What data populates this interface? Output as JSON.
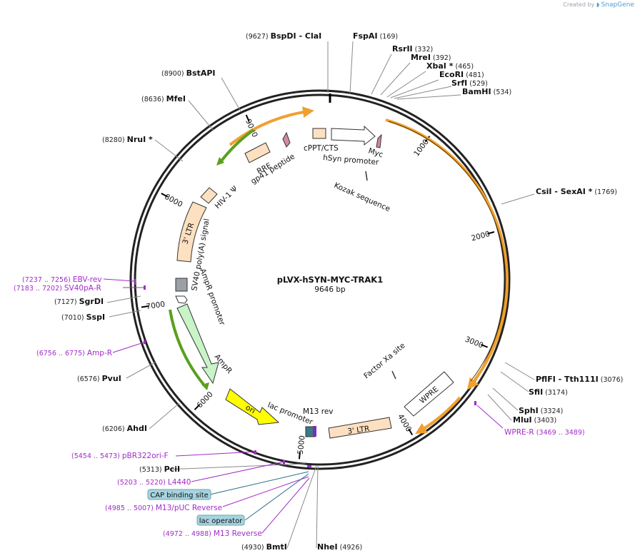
{
  "watermark": {
    "prefix": "Created by",
    "brand": "SnapGene"
  },
  "plasmid": {
    "name": "pLVX-hSYN-MYC-TRAK1",
    "length_label": "9646 bp",
    "length": 9646
  },
  "ticks": [
    1000,
    2000,
    3000,
    4000,
    5000,
    6000,
    7000,
    8000,
    9000
  ],
  "restriction_sites": [
    {
      "name": "BspDI",
      "name2": "ClaI",
      "pos": "(9627)"
    },
    {
      "name": "FspAI",
      "pos": "(169)"
    },
    {
      "name": "RsrII",
      "pos": "(332)"
    },
    {
      "name": "MreI",
      "pos": "(392)"
    },
    {
      "name": "XbaI *",
      "pos": "(465)"
    },
    {
      "name": "EcoRI",
      "pos": "(481)"
    },
    {
      "name": "SrfI",
      "pos": "(529)"
    },
    {
      "name": "BamHI",
      "pos": "(534)"
    },
    {
      "name": "CsiI",
      "name2": "SexAI *",
      "pos": "(1769)"
    },
    {
      "name": "PflFI",
      "name2": "Tth111I",
      "pos": "(3076)"
    },
    {
      "name": "SfiI",
      "pos": "(3174)"
    },
    {
      "name": "SphI",
      "pos": "(3324)"
    },
    {
      "name": "MluI",
      "pos": "(3403)"
    },
    {
      "name": "NheI",
      "pos": "(4926)"
    },
    {
      "name": "BmtI",
      "pos": "(4930)"
    },
    {
      "name": "PciI",
      "pos": "(5313)"
    },
    {
      "name": "AhdI",
      "pos": "(6206)"
    },
    {
      "name": "PvuI",
      "pos": "(6576)"
    },
    {
      "name": "SspI",
      "pos": "(7010)"
    },
    {
      "name": "SgrDI",
      "pos": "(7127)"
    },
    {
      "name": "NruI *",
      "pos": "(8280)"
    },
    {
      "name": "MfeI",
      "pos": "(8636)"
    },
    {
      "name": "BstAPI",
      "pos": "(8900)"
    }
  ],
  "primers": [
    {
      "name": "WPRE-R",
      "range": "(3469 .. 3489)"
    },
    {
      "name": "pBR322ori-F",
      "range": "(5454 .. 5473)"
    },
    {
      "name": "L4440",
      "range": "(5203 .. 5220)"
    },
    {
      "name": "M13/pUC Reverse",
      "range": "(4985 .. 5007)"
    },
    {
      "name": "M13 Reverse",
      "range": "(4972 .. 4988)"
    },
    {
      "name": "Amp-R",
      "range": "(6756 .. 6775)"
    },
    {
      "name": "SV40pA-R",
      "range": "(7183 .. 7202)"
    },
    {
      "name": "EBV-rev",
      "range": "(7237 .. 7256)"
    }
  ],
  "boxed_features": [
    "CAP binding site",
    "lac operator"
  ],
  "features": {
    "cppt": "cPPT/CTS",
    "hsyn": "hSyn promoter",
    "myc": "Myc",
    "kozak": "Kozak sequence",
    "rre": "RRE",
    "gp41": "gp41 peptide",
    "hiv": "HIV-1 Ψ",
    "ltr5": "3' LTR",
    "sv40": "SV40 poly(A) signal",
    "ampprom": "AmpR promoter",
    "ampr": "AmpR",
    "ori": "ori",
    "lacprom": "lac promoter",
    "m13rev": "M13 rev",
    "ltr3": "3' LTR",
    "wpre": "WPRE",
    "factorxa": "Factor Xa site"
  },
  "colors": {
    "backbone": "#222222",
    "orange_arrow": "#f0a030",
    "green_arrow": "#5aa01e",
    "ltr": "#fde0c0",
    "primer": "#a22bc9",
    "ori": "#ffff00",
    "ampr": "#c8f4c8",
    "boxed_bg": "#a7d3e1"
  }
}
